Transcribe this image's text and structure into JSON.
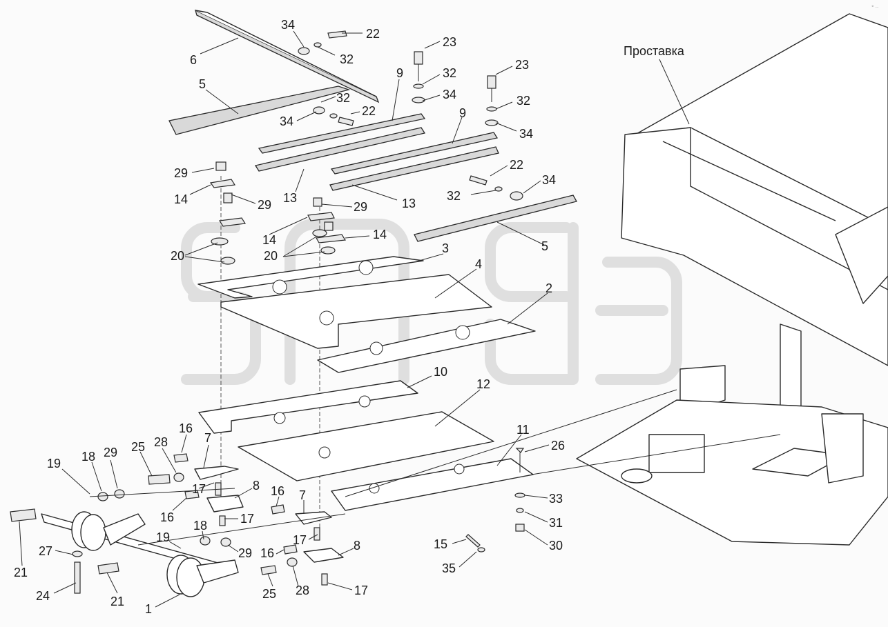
{
  "diagram": {
    "spacer_label": "Проставка",
    "watermark_mark": "TM",
    "callouts": [
      {
        "id": "c6",
        "text": "6"
      },
      {
        "id": "c34a",
        "text": "34"
      },
      {
        "id": "c22a",
        "text": "22"
      },
      {
        "id": "c32a",
        "text": "32"
      },
      {
        "id": "c23a",
        "text": "23"
      },
      {
        "id": "c32b",
        "text": "32"
      },
      {
        "id": "c34b",
        "text": "34"
      },
      {
        "id": "c9a",
        "text": "9"
      },
      {
        "id": "c5a",
        "text": "5"
      },
      {
        "id": "c32c",
        "text": "32"
      },
      {
        "id": "c22b",
        "text": "22"
      },
      {
        "id": "c34c",
        "text": "34"
      },
      {
        "id": "c23b",
        "text": "23"
      },
      {
        "id": "c32d",
        "text": "32"
      },
      {
        "id": "c34d",
        "text": "34"
      },
      {
        "id": "c9b",
        "text": "9"
      },
      {
        "id": "c29a",
        "text": "29"
      },
      {
        "id": "c14a",
        "text": "14"
      },
      {
        "id": "c29b",
        "text": "29"
      },
      {
        "id": "c13a",
        "text": "13"
      },
      {
        "id": "c29c",
        "text": "29"
      },
      {
        "id": "c13b",
        "text": "13"
      },
      {
        "id": "c22c",
        "text": "22"
      },
      {
        "id": "c32e",
        "text": "32"
      },
      {
        "id": "c34e",
        "text": "34"
      },
      {
        "id": "c14b",
        "text": "14"
      },
      {
        "id": "c14c",
        "text": "14"
      },
      {
        "id": "c20a",
        "text": "20"
      },
      {
        "id": "c20b",
        "text": "20"
      },
      {
        "id": "c3",
        "text": "3"
      },
      {
        "id": "c5b",
        "text": "5"
      },
      {
        "id": "c4",
        "text": "4"
      },
      {
        "id": "c2",
        "text": "2"
      },
      {
        "id": "c10",
        "text": "10"
      },
      {
        "id": "c12",
        "text": "12"
      },
      {
        "id": "c11",
        "text": "11"
      },
      {
        "id": "c26",
        "text": "26"
      },
      {
        "id": "c16a",
        "text": "16"
      },
      {
        "id": "c7a",
        "text": "7"
      },
      {
        "id": "c19a",
        "text": "19"
      },
      {
        "id": "c18a",
        "text": "18"
      },
      {
        "id": "c29d",
        "text": "29"
      },
      {
        "id": "c25a",
        "text": "25"
      },
      {
        "id": "c28a",
        "text": "28"
      },
      {
        "id": "c17a",
        "text": "17"
      },
      {
        "id": "c8a",
        "text": "8"
      },
      {
        "id": "c16b",
        "text": "16"
      },
      {
        "id": "c17b",
        "text": "17"
      },
      {
        "id": "c16c",
        "text": "16"
      },
      {
        "id": "c7b",
        "text": "7"
      },
      {
        "id": "c33",
        "text": "33"
      },
      {
        "id": "c31",
        "text": "31"
      },
      {
        "id": "c30",
        "text": "30"
      },
      {
        "id": "c18b",
        "text": "18"
      },
      {
        "id": "c19b",
        "text": "19"
      },
      {
        "id": "c17c",
        "text": "17"
      },
      {
        "id": "c29e",
        "text": "29"
      },
      {
        "id": "c8b",
        "text": "8"
      },
      {
        "id": "c16d",
        "text": "16"
      },
      {
        "id": "c15",
        "text": "15"
      },
      {
        "id": "c35",
        "text": "35"
      },
      {
        "id": "c27",
        "text": "27"
      },
      {
        "id": "c21a",
        "text": "21"
      },
      {
        "id": "c21b",
        "text": "21"
      },
      {
        "id": "c24",
        "text": "24"
      },
      {
        "id": "c25b",
        "text": "25"
      },
      {
        "id": "c28b",
        "text": "28"
      },
      {
        "id": "c17d",
        "text": "17"
      },
      {
        "id": "c1",
        "text": "1"
      }
    ]
  }
}
